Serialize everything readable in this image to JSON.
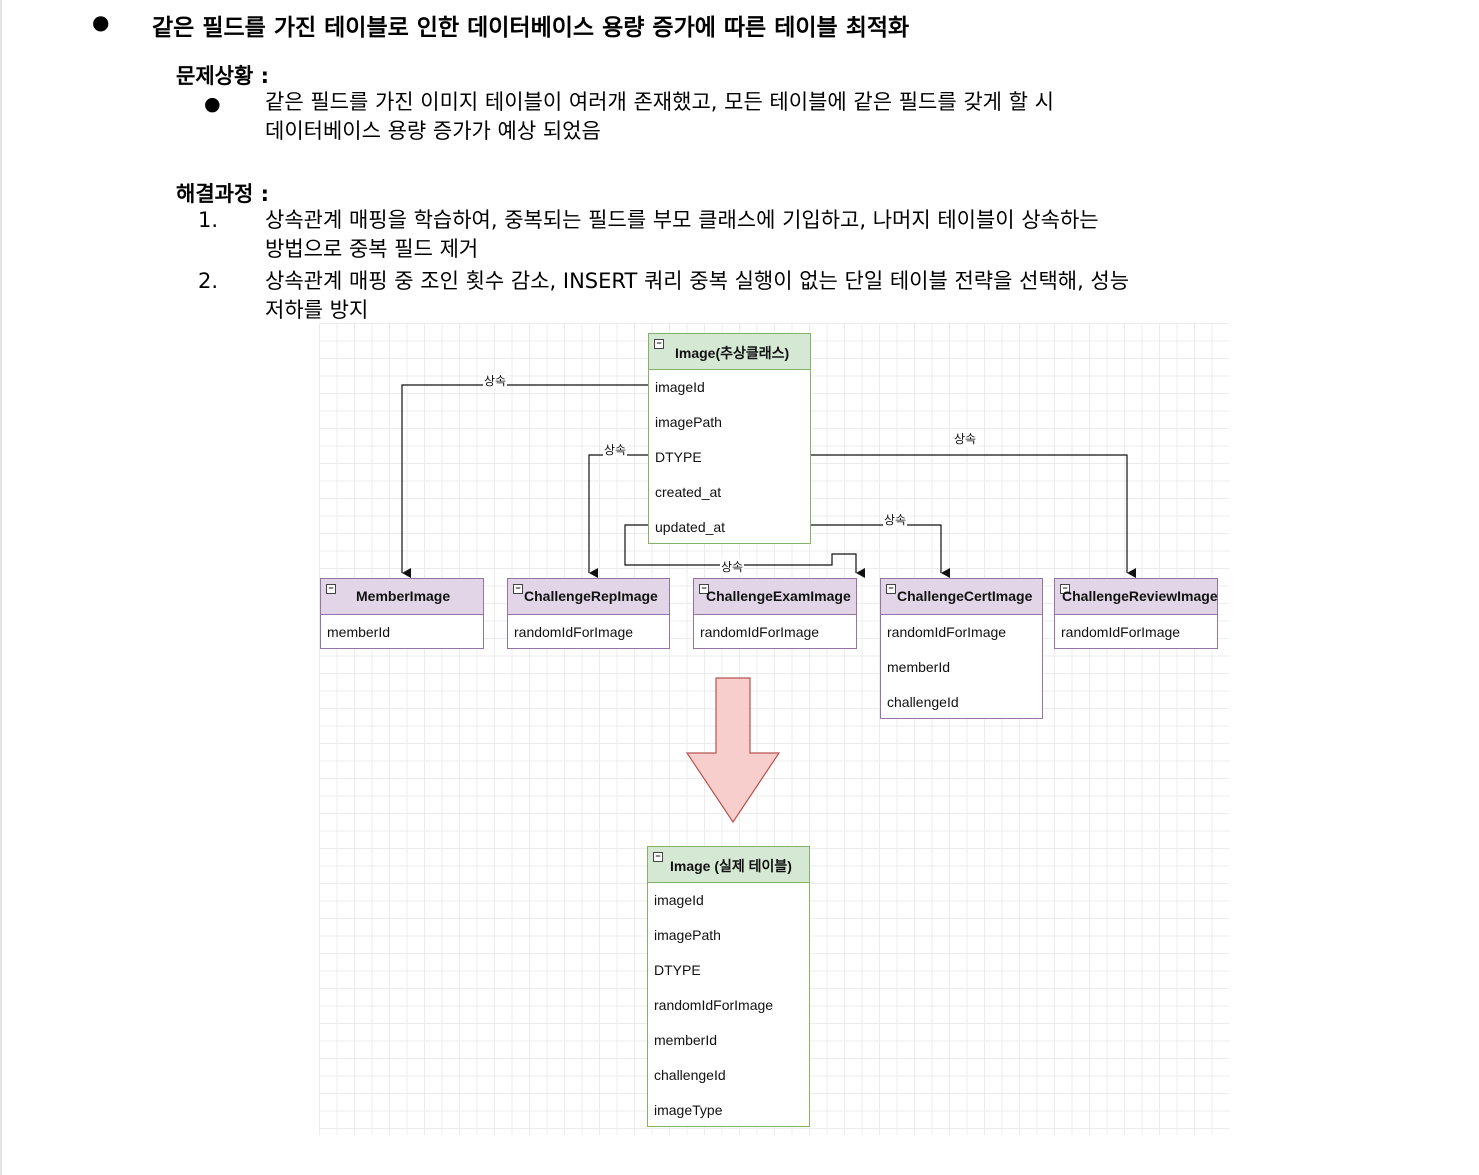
{
  "doc": {
    "bullet": "●",
    "title": "같은 필드를 가진 테이블로 인한 데이터베이스 용량 증가에 따른 테이블 최적화",
    "problem_heading": "문제상황 :",
    "problem_bullet": "●",
    "problem_line1": "같은 필드를 가진 이미지 테이블이 여러개 존재했고, 모든 테이블에 같은 필드를 갖게 할 시",
    "problem_line2": "데이터베이스 용량 증가가 예상 되었음",
    "solution_heading": "해결과정 :",
    "steps": [
      {
        "num": "1.",
        "line1": "상속관계 매핑을 학습하여, 중복되는 필드를 부모 클래스에 기입하고, 나머지 테이블이 상속하는",
        "line2": "방법으로 중복 필드 제거"
      },
      {
        "num": "2.",
        "line1": "상속관계 매핑 중 조인 횟수 감소, INSERT 쿼리 중복 실행이 없는 단일 테이블 전략을 선택해, 성능",
        "line2": "저하를 방지"
      }
    ]
  },
  "diagram": {
    "edge_label": "상속",
    "minus": "−",
    "parent": {
      "title": "Image(추상클래스)",
      "fields": [
        "imageId",
        "imagePath",
        "DTYPE",
        "created_at",
        "updated_at"
      ]
    },
    "children": [
      {
        "title": "MemberImage",
        "fields": [
          "memberId"
        ]
      },
      {
        "title": "ChallengeRepImage",
        "fields": [
          "randomIdForImage"
        ]
      },
      {
        "title": "ChallengeExamImage",
        "fields": [
          "randomIdForImage"
        ]
      },
      {
        "title": "ChallengeCertImage",
        "fields": [
          "randomIdForImage",
          "memberId",
          "challengeId"
        ]
      },
      {
        "title": "ChallengeReviewImage",
        "fields": [
          "randomIdForImage"
        ]
      }
    ],
    "result": {
      "title": "Image (실제 테이블)",
      "fields": [
        "imageId",
        "imagePath",
        "DTYPE",
        "randomIdForImage",
        "memberId",
        "challengeId",
        "imageType"
      ]
    },
    "colors": {
      "green_fill": "#d5e8d4",
      "green_stroke": "#82b366",
      "purple_fill": "#e1d5e7",
      "purple_stroke": "#9673a6",
      "arrow_fill": "#f8cecc",
      "arrow_stroke": "#b85450"
    }
  }
}
